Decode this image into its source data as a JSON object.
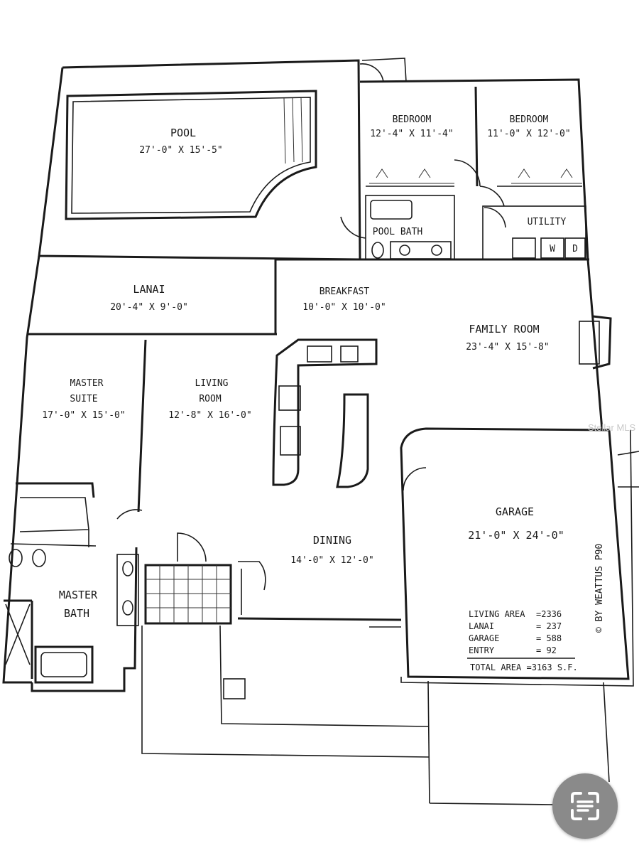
{
  "rooms": {
    "pool": {
      "name": "POOL",
      "dims": "27'-0\" X 15'-5\""
    },
    "bedroom_1": {
      "name": "BEDROOM",
      "dims": "12'-4\" X 11'-4\""
    },
    "bedroom_2": {
      "name": "BEDROOM",
      "dims": "11'-0\" X 12'-0\""
    },
    "utility": {
      "name": "UTILITY"
    },
    "washer_dryer": {
      "washer": "W",
      "dryer": "D"
    },
    "pool_bath": {
      "name": "POOL BATH"
    },
    "lanai": {
      "name": "LANAI",
      "dims": "20'-4\" X 9'-0\""
    },
    "breakfast": {
      "name": "BREAKFAST",
      "dims": "10'-0\" X 10'-0\""
    },
    "family_room": {
      "name": "FAMILY ROOM",
      "dims": "23'-4\" X 15'-8\""
    },
    "master_suite": {
      "name_line1": "MASTER",
      "name_line2": "SUITE",
      "dims": "17'-0\" X 15'-0\""
    },
    "living_room": {
      "name_line1": "LIVING",
      "name_line2": "ROOM",
      "dims": "12'-8\" X 16'-0\""
    },
    "dining": {
      "name": "DINING",
      "dims": "14'-0\" X 12'-0\""
    },
    "garage": {
      "name": "GARAGE",
      "dims": "21'-0\" X 24'-0\""
    },
    "master_bath": {
      "name_line1": "MASTER",
      "name_line2": "BATH"
    }
  },
  "area_table": {
    "rows": [
      {
        "label": "LIVING AREA",
        "value": "=2336"
      },
      {
        "label": "LANAI",
        "value": "= 237"
      },
      {
        "label": "GARAGE",
        "value": "= 588"
      },
      {
        "label": "ENTRY",
        "value": "= 92"
      }
    ],
    "total": "TOTAL AREA =3163 S.F."
  },
  "credit": "© BY WEATTUS P90",
  "watermark": "Stellar MLS",
  "icons": {
    "lens": "google-lens-icon"
  }
}
